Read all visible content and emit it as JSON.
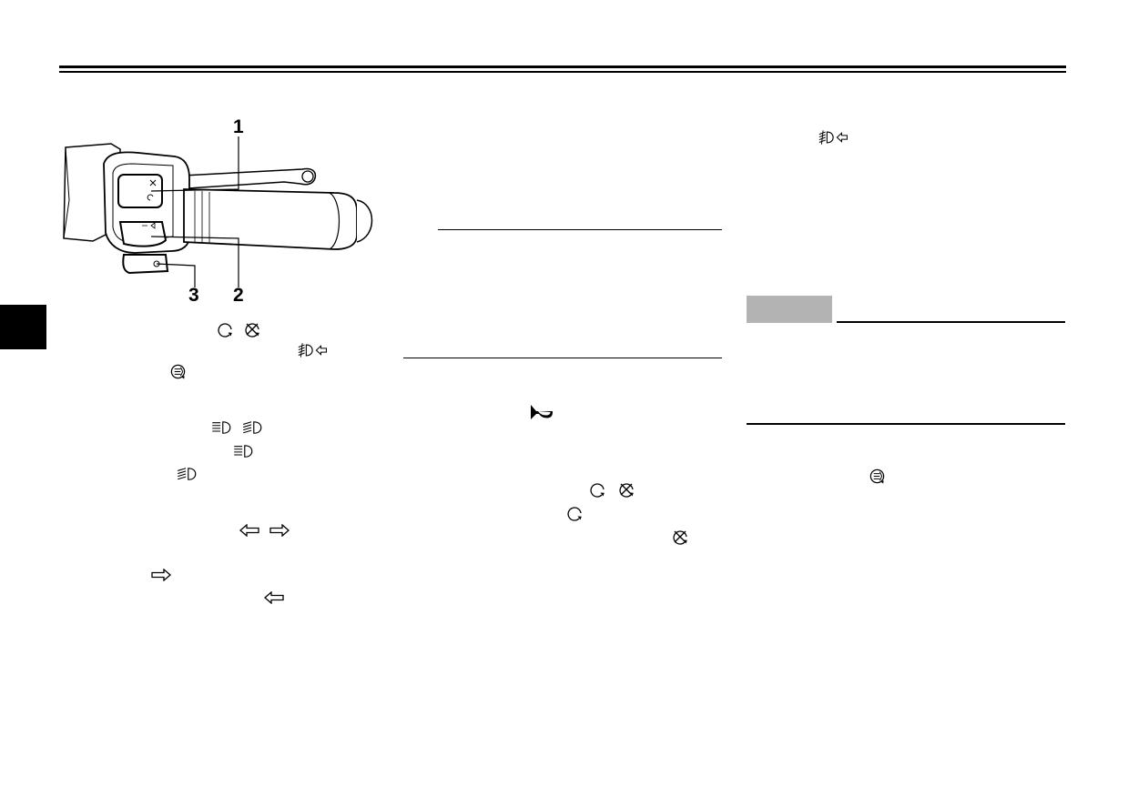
{
  "page": {
    "section_tab_color": "#000000",
    "notice_label_color": "#b3b3b3"
  },
  "figure": {
    "callouts": [
      "1",
      "2",
      "3"
    ],
    "switch_symbols": [
      "engine-run-icon",
      "engine-stop-icon",
      "hazard-icon",
      "start-icon",
      "high-beam-icon",
      "low-beam-icon",
      "turn-left-icon",
      "turn-right-icon"
    ]
  },
  "symbols": {
    "left_column": [
      "engine-run-icon",
      "engine-stop-icon",
      "pass-switch-icon",
      "start-icon",
      "low-beam-icon",
      "high-beam-icon",
      "turn-left-icon",
      "turn-right-icon"
    ],
    "middle_column": [
      "horn-icon",
      "engine-run-icon",
      "engine-stop-icon"
    ],
    "right_column": [
      "pass-switch-icon",
      "start-icon"
    ]
  }
}
